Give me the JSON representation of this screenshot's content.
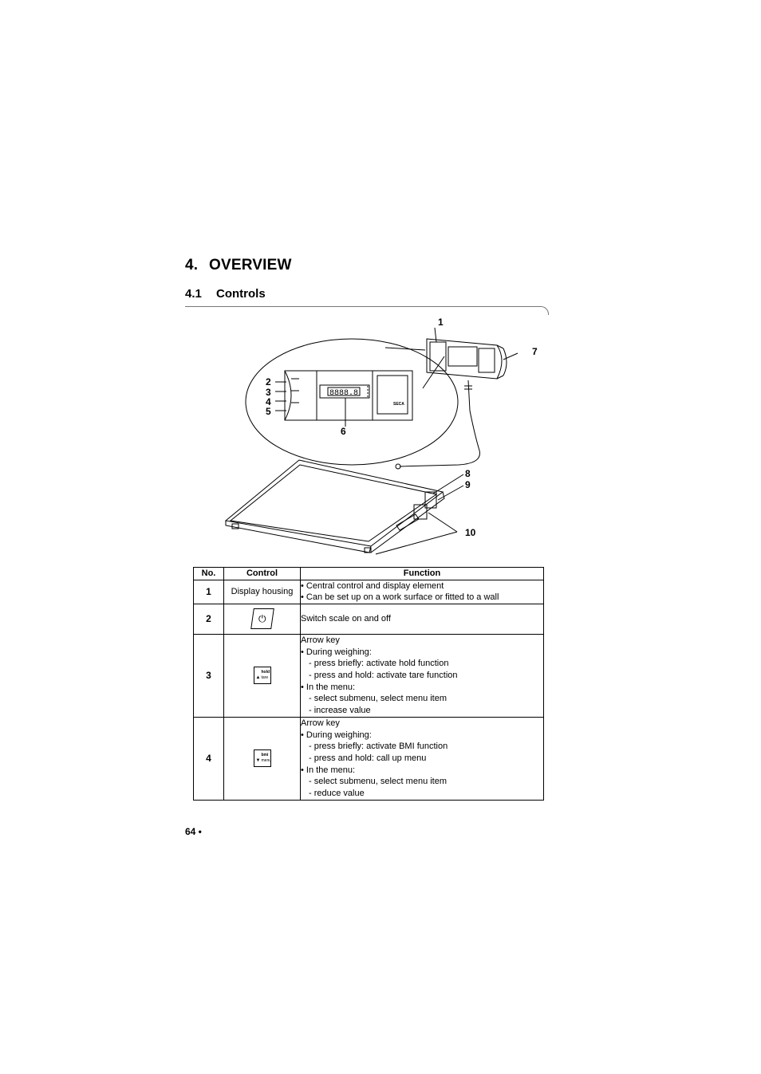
{
  "heading": {
    "number": "4.",
    "title": "OVERVIEW"
  },
  "section": {
    "number": "4.1",
    "title": "Controls"
  },
  "figure": {
    "callouts": [
      "1",
      "2",
      "3",
      "4",
      "5",
      "6",
      "7",
      "8",
      "9",
      "10"
    ],
    "display_digits": "8888.8",
    "brand_logo": "SECA"
  },
  "table": {
    "headers": {
      "no": "No.",
      "control": "Control",
      "function": "Function"
    },
    "rows": [
      {
        "no": "1",
        "control": "Display housing",
        "lines": [
          "• Central control and display element",
          "• Can be set up on a work surface or fitted to a wall"
        ]
      },
      {
        "no": "2",
        "control_icon": "power-key-icon",
        "lines": [
          "Switch scale on and off"
        ]
      },
      {
        "no": "3",
        "control_icon": "arrow-up-hold-tare-key-icon",
        "key_label_top": "hold",
        "key_label_bottom": "tare",
        "lines": [
          "Arrow key",
          "• During weighing:",
          "-  press briefly: activate hold function",
          "-  press and hold: activate tare function",
          "• In the menu:",
          "-  select submenu, select menu item",
          "-  increase value"
        ]
      },
      {
        "no": "4",
        "control_icon": "arrow-down-bmi-menu-key-icon",
        "key_label_top": "bmi",
        "key_label_bottom": "menu",
        "lines": [
          "Arrow key",
          "• During weighing:",
          "-  press briefly: activate BMI function",
          "-  press and hold: call up menu",
          "• In the menu:",
          "-  select submenu, select menu item",
          "-  reduce value"
        ]
      }
    ]
  },
  "footer": {
    "page": "64 •"
  }
}
